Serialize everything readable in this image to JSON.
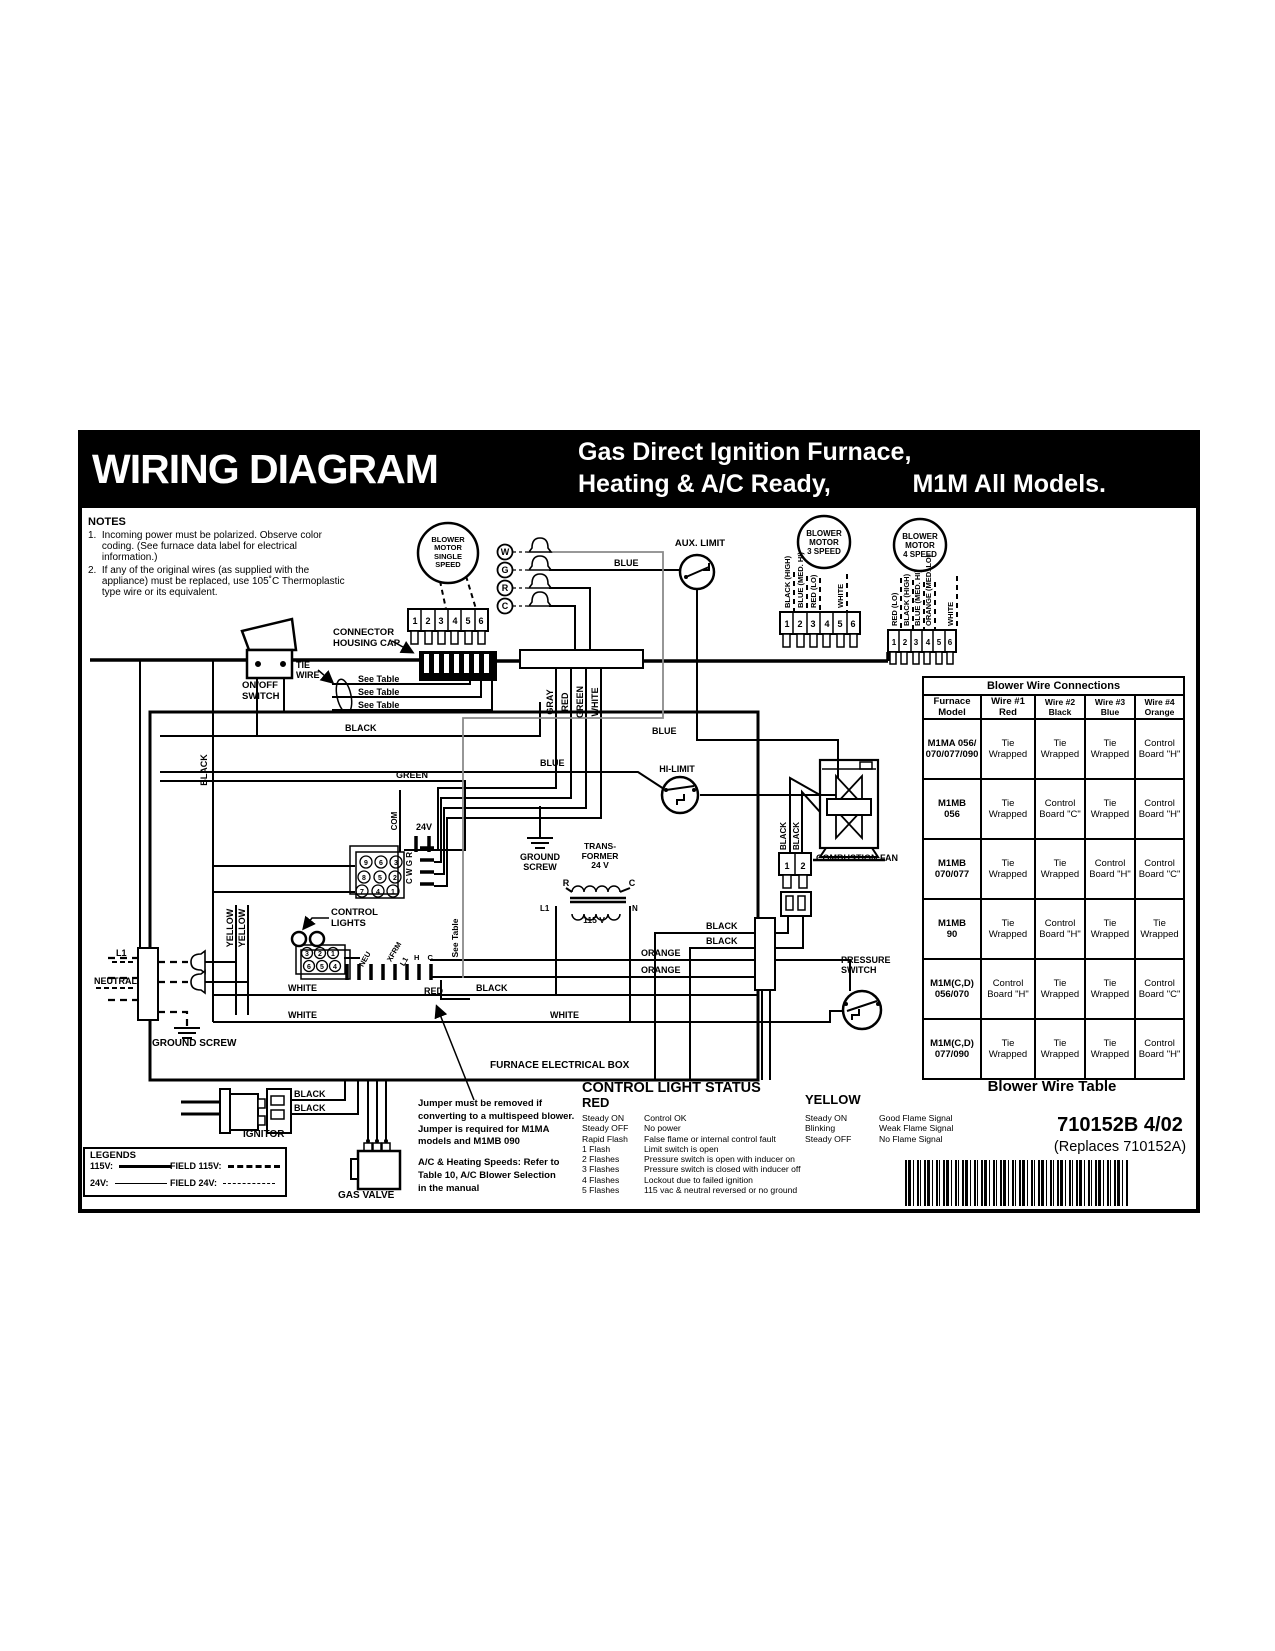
{
  "title": {
    "main": "WIRING DIAGRAM",
    "sub1": "Gas Direct Ignition Furnace,",
    "sub2a": "Heating & A/C Ready,",
    "sub2b": "M1M All Models."
  },
  "notes": {
    "heading": "NOTES",
    "item1": "1.  Incoming power must be polarized. Observe color\n     coding. (See furnace data label for electrical\n     information.)",
    "item2": "2.  If any of the original wires (as supplied with the\n     appliance) must be replaced, use 105˚C Thermoplastic\n     type wire or its equivalent."
  },
  "colors": {
    "black": "BLACK",
    "blue": "BLUE",
    "green": "GREEN",
    "white": "WHITE",
    "yellow": "YELLOW",
    "orange": "ORANGE",
    "red": "RED",
    "gray": "GRAY"
  },
  "blowers": {
    "single": "BLOWER\nMOTOR\nSINGLE\nSPEED",
    "three": "BLOWER\nMOTOR\n3 SPEED",
    "four": "BLOWER\nMOTOR\n4 SPEED",
    "three_leads": [
      "BLACK (HIGH)",
      "BLUE (MED. HI)",
      "RED (LO)",
      "WHITE"
    ],
    "four_leads": [
      "RED (LO)",
      "BLACK (HIGH)",
      "BLUE (MED. HI)",
      "ORANGE (MED. LO)",
      "WHITE"
    ]
  },
  "thermostat": {
    "terminals": [
      "W",
      "G",
      "R",
      "C"
    ]
  },
  "pins": [
    "1",
    "2",
    "3",
    "4",
    "5",
    "6"
  ],
  "terminal_blocks": {
    "nine": [
      [
        "9",
        "6",
        "3"
      ],
      [
        "8",
        "5",
        "2"
      ],
      [
        "7",
        "4",
        "1"
      ]
    ],
    "six": [
      [
        "3",
        "2",
        "1"
      ],
      [
        "6",
        "5",
        "4"
      ]
    ],
    "fan": [
      "1",
      "2"
    ]
  },
  "labels": {
    "aux_limit": "AUX. LIMIT",
    "hi_limit": "HI-LIMIT",
    "com": "COM",
    "v24": "24V",
    "cwgr": "C W G R",
    "see_table": "See Table",
    "tie_wire": "TIE\nWIRE",
    "connector_housing_cap": "CONNECTOR\nHOUSING CAP",
    "on_off_switch": "ON/OFF\nSWITCH",
    "control_lights": "CONTROL\nLIGHTS",
    "ground_screw": "GROUND\nSCREW",
    "ground_screw_bottom": "GROUND SCREW",
    "l1": "L1",
    "neutral": "NEUTRAL",
    "neu": "NEU",
    "xfrm": "XFRM",
    "hc": "H C",
    "pressure_switch": "PRESSURE\nSWITCH",
    "combustion_fan": "COMBUSTION FAN",
    "furnace_electrical_box": "FURNACE ELECTRICAL BOX",
    "ignitor": "IGNITOR",
    "gas_valve": "GAS VALVE",
    "jumper_note": "Jumper must be removed if\nconverting to a multispeed blower.\nJumper is required for M1MA\nmodels and M1MB 090",
    "ac_note": "A/C & Heating Speeds: Refer to\nTable 10, A/C Blower Selection\nin the manual"
  },
  "transformer": {
    "title": "TRANS-\nFORMER\n24 V",
    "r": "R",
    "c": "C",
    "l1": "L1",
    "n": "N",
    "v115": "115 V"
  },
  "blower_table": {
    "title": "Blower Wire Connections",
    "col_headers": [
      [
        "Furnace",
        "Model"
      ],
      [
        "Wire #1",
        "Red"
      ],
      [
        "Wire #2",
        "Black"
      ],
      [
        "Wire #3",
        "Blue"
      ],
      [
        "Wire #4",
        "Orange"
      ]
    ],
    "rows": [
      [
        "M1MA 056/\n070/077/090",
        "Tie\nWrapped",
        "Tie\nWrapped",
        "Tie\nWrapped",
        "Control\nBoard \"H\""
      ],
      [
        "M1MB\n056",
        "Tie\nWrapped",
        "Control\nBoard \"C\"",
        "Tie\nWrapped",
        "Control\nBoard \"H\""
      ],
      [
        "M1MB\n070/077",
        "Tie\nWrapped",
        "Tie\nWrapped",
        "Control\nBoard \"H\"",
        "Control\nBoard \"C\""
      ],
      [
        "M1MB\n90",
        "Tie\nWrapped",
        "Control\nBoard \"H\"",
        "Tie\nWrapped",
        "Tie\nWrapped"
      ],
      [
        "M1M(C,D)\n056/070",
        "Control\nBoard \"H\"",
        "Tie\nWrapped",
        "Tie\nWrapped",
        "Control\nBoard \"C\""
      ],
      [
        "M1M(C,D)\n077/090",
        "Tie\nWrapped",
        "Tie\nWrapped",
        "Tie\nWrapped",
        "Control\nBoard \"H\""
      ]
    ],
    "caption": "Blower Wire Table"
  },
  "control_light_status": {
    "heading": "CONTROL LIGHT STATUS",
    "red": {
      "heading": "RED",
      "rows": [
        [
          "Steady ON",
          "Control OK"
        ],
        [
          "Steady OFF",
          "No power"
        ],
        [
          "Rapid Flash",
          "False flame or internal control fault"
        ],
        [
          "1 Flash",
          "Limit switch is open"
        ],
        [
          "2 Flashes",
          "Pressure switch is open with inducer on"
        ],
        [
          "3 Flashes",
          "Pressure switch is closed with inducer off"
        ],
        [
          "4 Flashes",
          "Lockout due to failed ignition"
        ],
        [
          "5 Flashes",
          "115 vac & neutral reversed or no ground"
        ]
      ]
    },
    "yellow": {
      "heading": "YELLOW",
      "rows": [
        [
          "Steady ON",
          "Good Flame Signal"
        ],
        [
          "Blinking",
          "Weak Flame Signal"
        ],
        [
          "Steady OFF",
          "No Flame Signal"
        ]
      ]
    }
  },
  "legends": {
    "heading": "LEGENDS",
    "items": [
      "115V:",
      "FIELD 115V:",
      "24V:",
      "FIELD 24V:"
    ]
  },
  "footer": {
    "part_number": "710152B  4/02",
    "replaces": "(Replaces 710152A)"
  }
}
